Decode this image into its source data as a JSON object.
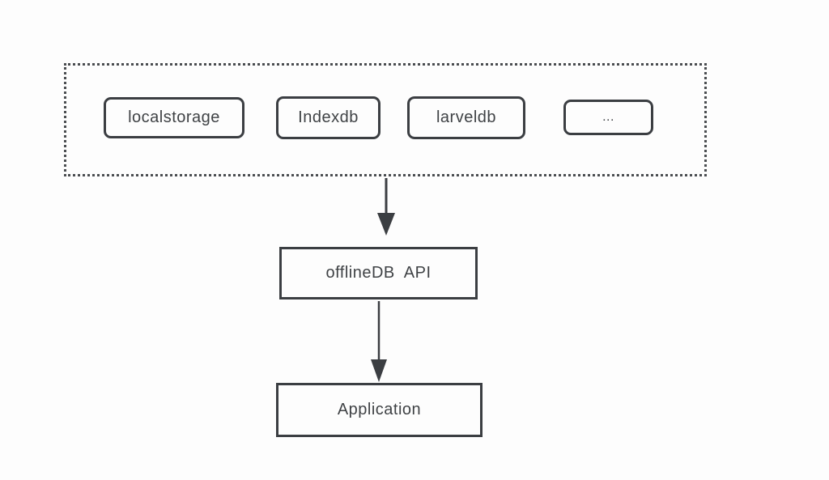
{
  "diagram": {
    "storage_nodes": [
      {
        "label": "localstorage"
      },
      {
        "label": "Indexdb"
      },
      {
        "label": "larveldb"
      },
      {
        "label": "..."
      }
    ],
    "api_node": {
      "label": "offlineDB  API"
    },
    "application_node": {
      "label": "Application"
    },
    "colors": {
      "stroke": "#3b3e42",
      "dotted_border": "#4a4d50",
      "text": "#3f4245",
      "background": "#fdfdfd"
    }
  }
}
